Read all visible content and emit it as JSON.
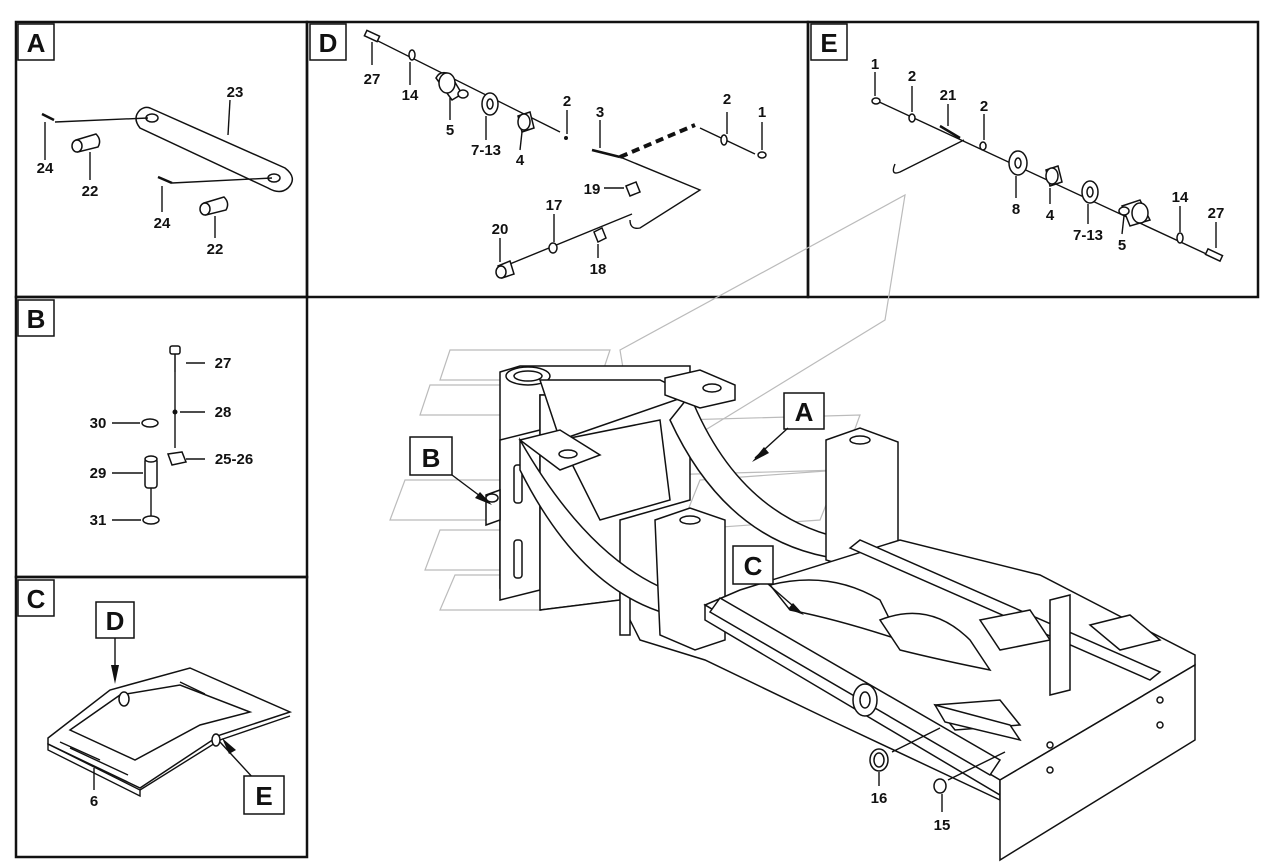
{
  "panels": {
    "A": {
      "label": "A",
      "callouts": [
        "23",
        "24",
        "22",
        "24",
        "22"
      ]
    },
    "B": {
      "label": "B",
      "callouts": [
        "27",
        "28",
        "30",
        "25-26",
        "29",
        "31"
      ]
    },
    "C": {
      "label": "C",
      "callouts": [
        "6"
      ],
      "sub_labels": [
        "D",
        "E"
      ]
    },
    "D": {
      "label": "D",
      "callouts": [
        "27",
        "14",
        "5",
        "7-13",
        "4",
        "2",
        "3",
        "2",
        "1",
        "19",
        "17",
        "20",
        "18"
      ]
    },
    "E": {
      "label": "E",
      "callouts": [
        "1",
        "2",
        "21",
        "2",
        "8",
        "4",
        "7-13",
        "5",
        "14",
        "27"
      ]
    }
  },
  "main_view": {
    "callout_boxes": [
      "A",
      "B",
      "C"
    ],
    "callouts": [
      "16",
      "15"
    ]
  }
}
